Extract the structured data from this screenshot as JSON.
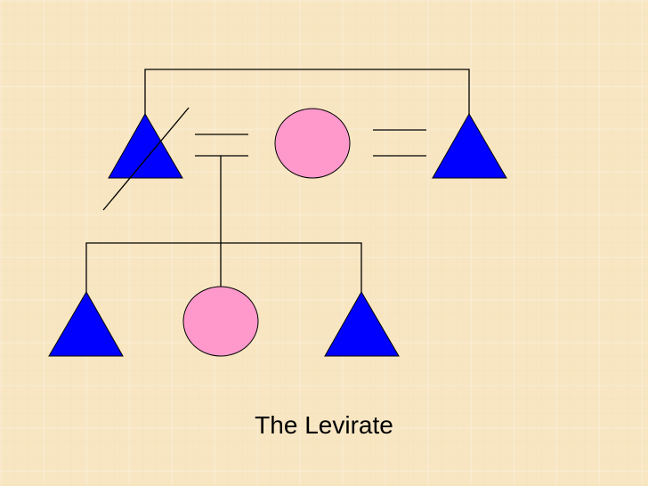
{
  "slide": {
    "caption": "The Levirate"
  },
  "symbols": {
    "male_symbol": "triangle",
    "female_symbol": "circle",
    "deceased_marker": "diagonal-line",
    "marriage_marker": "double-line"
  },
  "colors": {
    "male_fill": "#0000ff",
    "female_fill": "#ff99cc",
    "line": "#000000",
    "background": "#f8e6c2"
  }
}
